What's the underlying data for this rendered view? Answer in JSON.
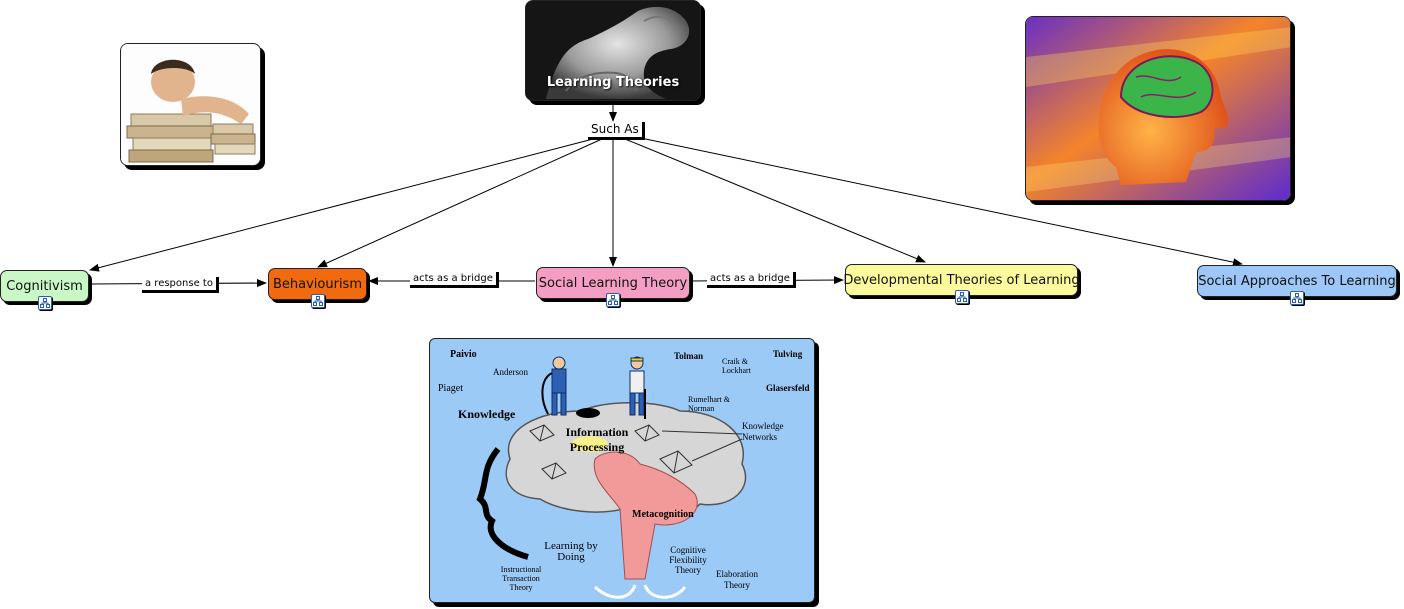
{
  "root": {
    "title": "Learning Theories"
  },
  "linker": {
    "label": "Such As"
  },
  "concepts": {
    "cognitivism": {
      "label": "Cognitivism",
      "color": "#c9f7c5"
    },
    "behaviourism": {
      "label": "Behaviourism",
      "color": "#f26a10"
    },
    "social_learning": {
      "label": "Social Learning Theory",
      "color": "#f59ec4"
    },
    "developmental": {
      "label": "Developmental Theories of Learning",
      "color": "#fbfa9c"
    },
    "social_approaches": {
      "label": "Social Approaches To Learning",
      "color": "#9cc7f7"
    }
  },
  "links": {
    "response_to": "a response to",
    "bridge_left": "acts as a bridge",
    "bridge_right": "acts as a bridge"
  },
  "illustration": {
    "background": "#9ccaf7",
    "names": [
      "Paivio",
      "Anderson",
      "Piaget",
      "Tolman",
      "Craik & Lockhart",
      "Tulving",
      "Glasersfeld",
      "Rumelhart & Norman"
    ],
    "knowledge": "Knowledge",
    "information_processing": "Information Processing",
    "knowledge_networks": "Knowledge Networks",
    "metacognition": "Metacognition",
    "learning_by_doing": "Learning by Doing",
    "cognitive_flexibility": "Cognitive Flexibility Theory",
    "elaboration": "Elaboration Theory",
    "instructional": "Instructional Transaction Theory"
  }
}
